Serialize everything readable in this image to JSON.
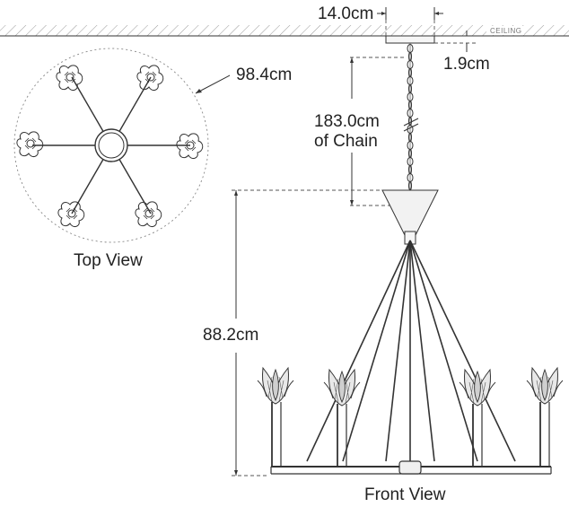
{
  "ceiling_label": "CEILING",
  "views": {
    "top": "Top View",
    "front": "Front View"
  },
  "dimensions": {
    "canopy_width": "14.0cm",
    "canopy_height": "1.9cm",
    "diameter": "98.4cm",
    "chain_length": "183.0cm",
    "chain_note": "of Chain",
    "body_height": "88.2cm"
  }
}
